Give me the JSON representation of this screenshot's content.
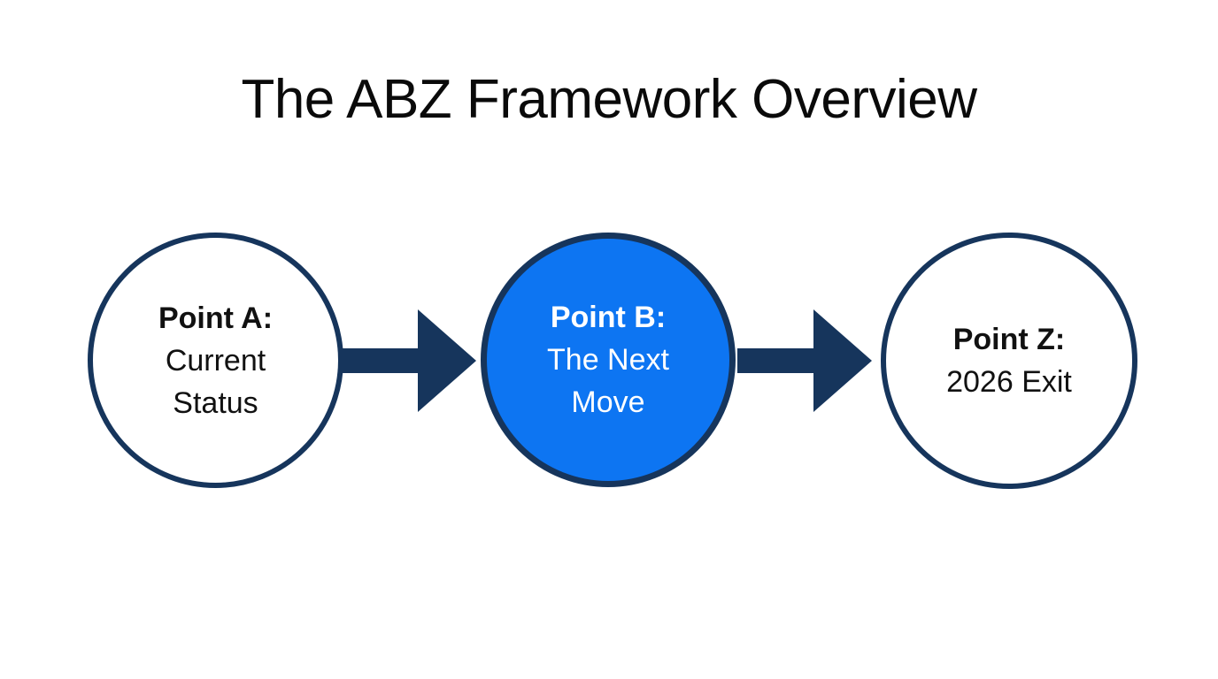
{
  "slide": {
    "background_color": "#ffffff",
    "title": "The ABZ Framework Overview"
  },
  "palette": {
    "navy": "#16355c",
    "blue": "#0d75f2",
    "text_dark": "#111111",
    "text_light": "#ffffff",
    "background": "#ffffff"
  },
  "diagram": {
    "type": "horizontal-flow",
    "nodes": [
      {
        "id": "point-a",
        "shape": "circle",
        "fill": "#ffffff",
        "stroke": "#16355c",
        "heading": "Point A:",
        "lines": [
          "Current",
          "Status"
        ],
        "text_color": "#111111"
      },
      {
        "id": "point-b",
        "shape": "circle",
        "fill": "#0d75f2",
        "stroke": "#16355c",
        "heading": "Point B:",
        "lines": [
          "The Next",
          "Move"
        ],
        "text_color": "#ffffff"
      },
      {
        "id": "point-z",
        "shape": "circle",
        "fill": "#ffffff",
        "stroke": "#16355c",
        "heading": "Point Z:",
        "lines": [
          "2026 Exit"
        ],
        "text_color": "#111111"
      }
    ],
    "connectors": [
      {
        "id": "arrow-a-to-b",
        "from": "point-a",
        "to": "point-b",
        "direction": "right",
        "color": "#16355c"
      },
      {
        "id": "arrow-b-to-z",
        "from": "point-b",
        "to": "point-z",
        "direction": "right",
        "color": "#16355c"
      }
    ]
  }
}
